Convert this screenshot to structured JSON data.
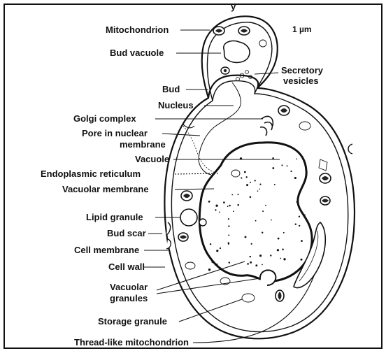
{
  "title_fragment": "y",
  "scale_label": "1 µm",
  "labels": {
    "mitochondrion": "Mitochondrion",
    "bud_vacuole": "Bud vacuole",
    "secretory_vesicles_1": "Secretory",
    "secretory_vesicles_2": "vesicles",
    "bud": "Bud",
    "nucleus": "Nucleus",
    "golgi_complex": "Golgi complex",
    "pore_1": "Pore in nuclear",
    "pore_2": "membrane",
    "vacuole": "Vacuole",
    "er": "Endoplasmic reticulum",
    "vacuolar_membrane": "Vacuolar membrane",
    "lipid_granule": "Lipid granule",
    "bud_scar": "Bud scar",
    "cell_membrane": "Cell membrane",
    "cell_wall": "Cell wall",
    "vacuolar_granules_1": "Vacuolar",
    "vacuolar_granules_2": "granules",
    "storage_granule": "Storage granule",
    "thread_mito": "Thread-like mitochondrion"
  }
}
